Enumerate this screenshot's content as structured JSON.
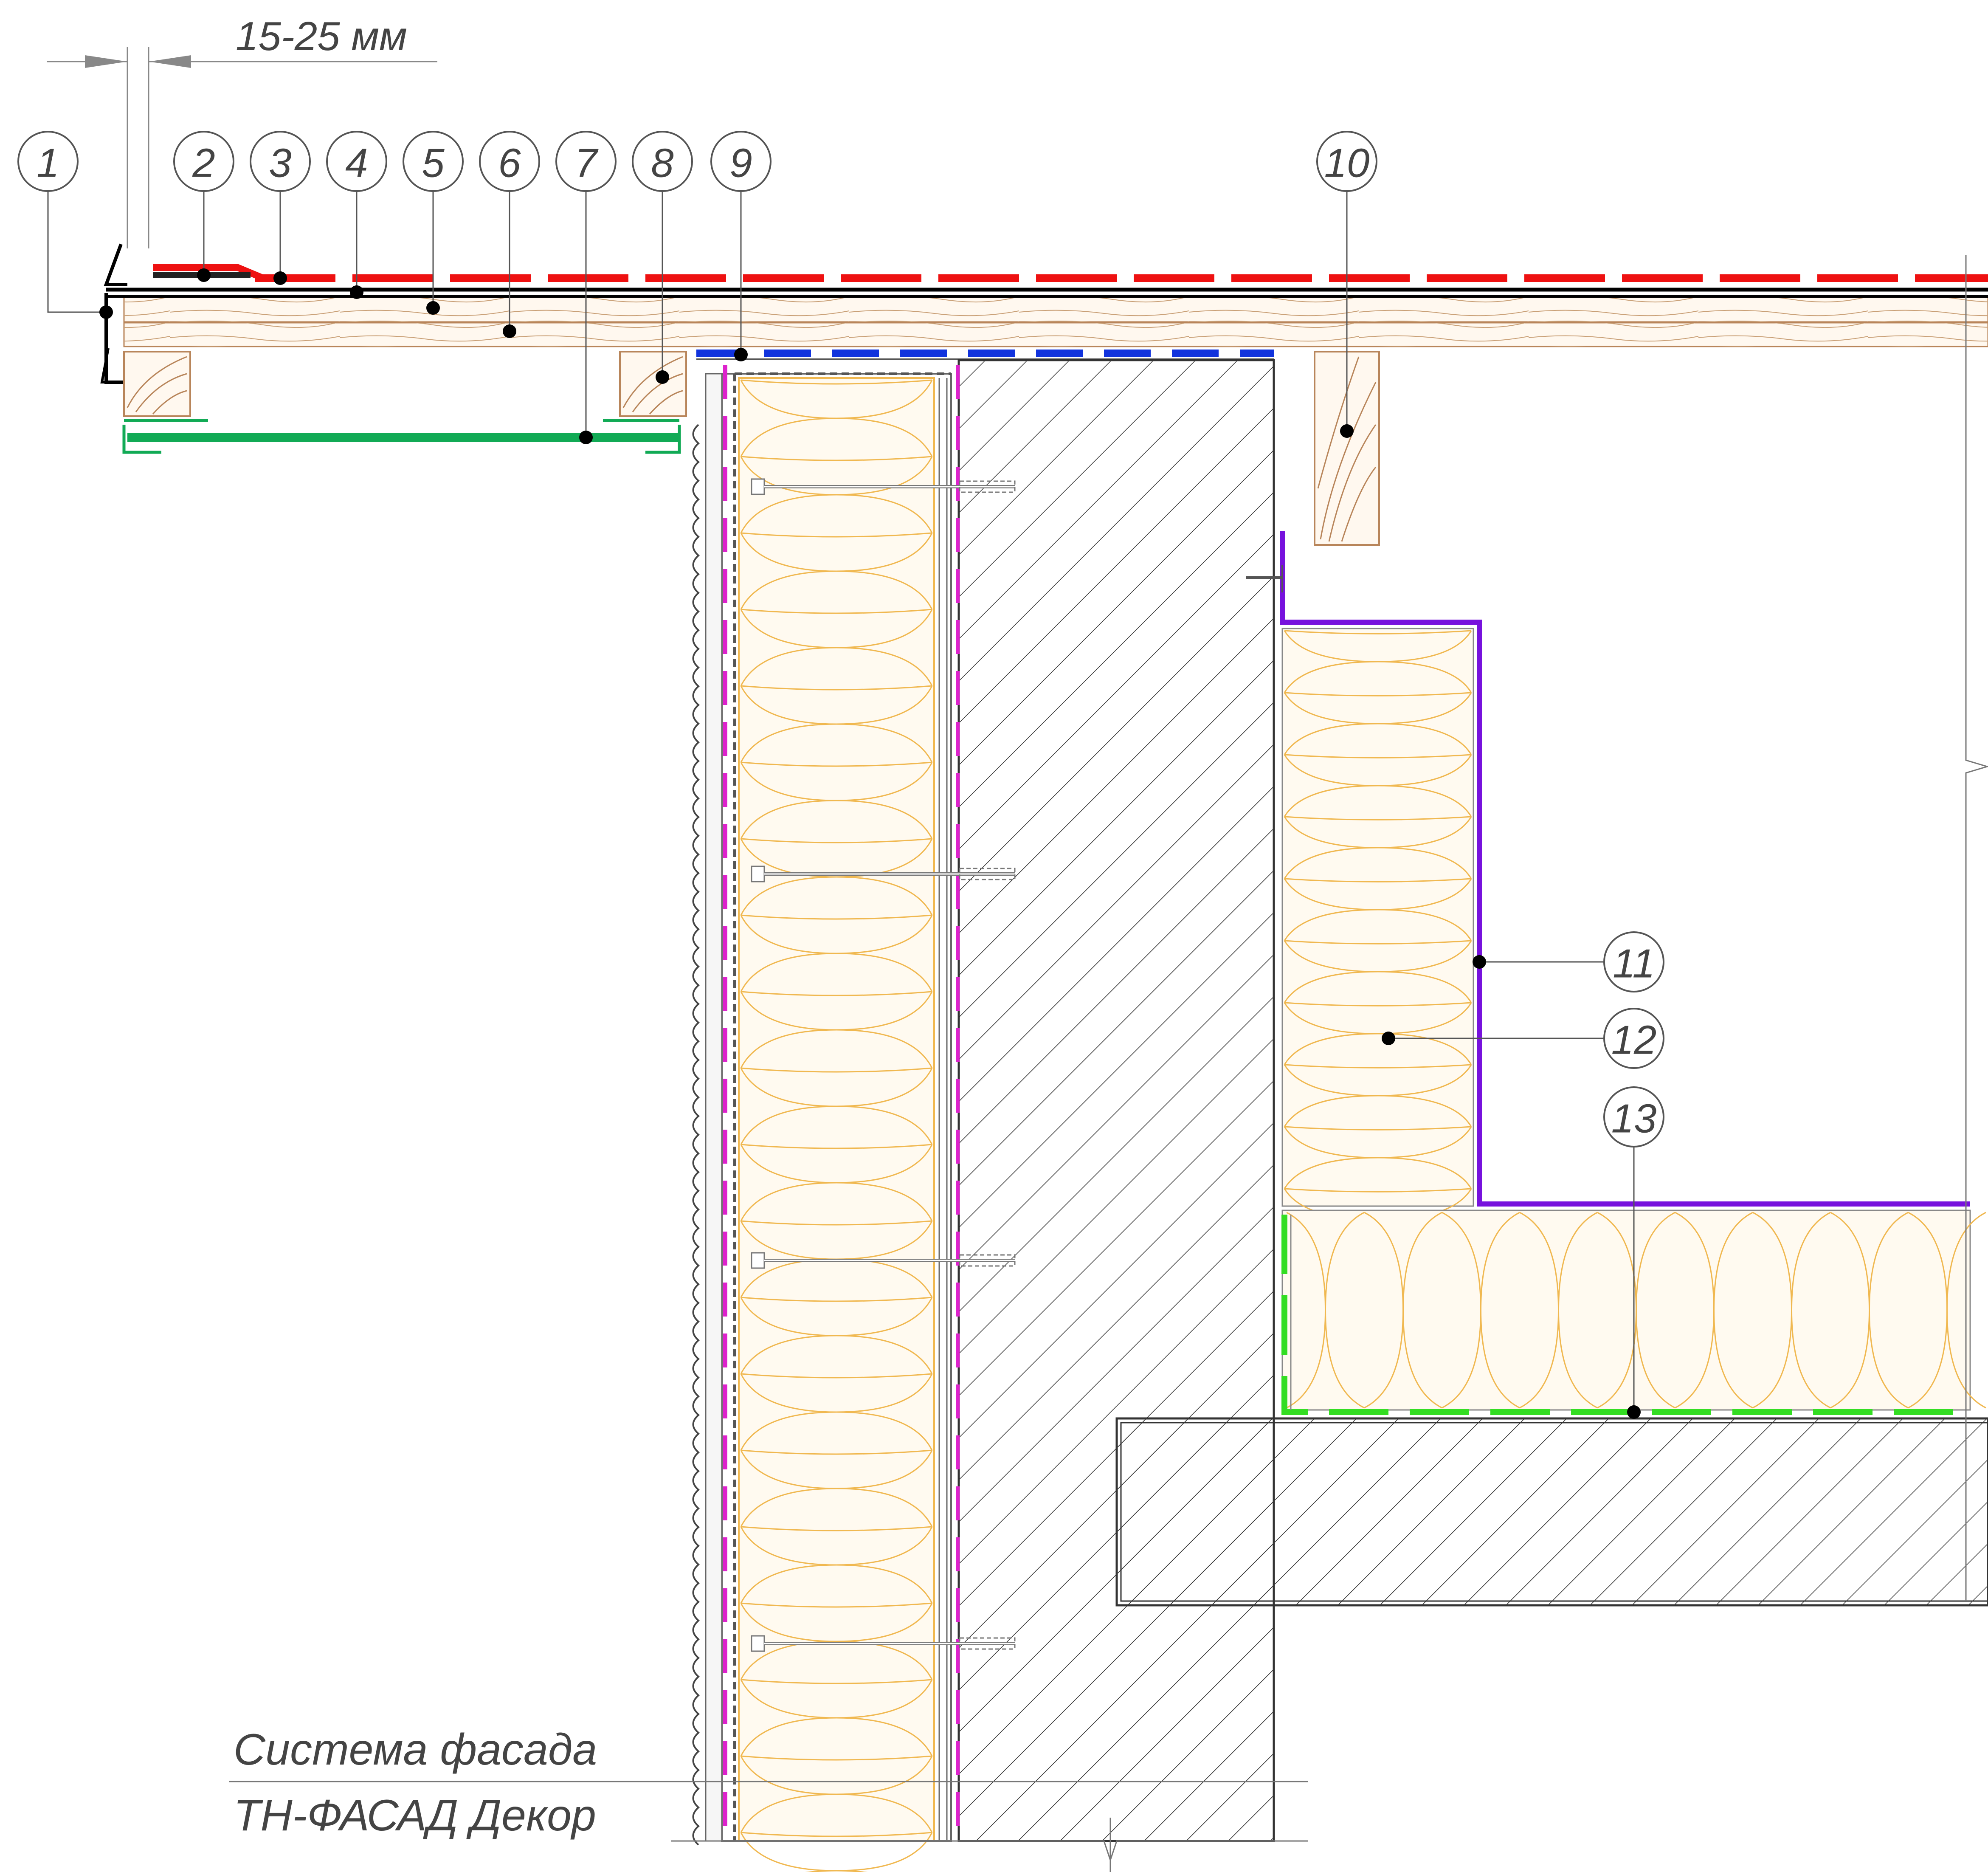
{
  "dimension": {
    "label": "15-25 мм"
  },
  "callouts": [
    {
      "id": "1",
      "label": "1"
    },
    {
      "id": "2",
      "label": "2"
    },
    {
      "id": "3",
      "label": "3"
    },
    {
      "id": "4",
      "label": "4"
    },
    {
      "id": "5",
      "label": "5"
    },
    {
      "id": "6",
      "label": "6"
    },
    {
      "id": "7",
      "label": "7"
    },
    {
      "id": "8",
      "label": "8"
    },
    {
      "id": "9",
      "label": "9"
    },
    {
      "id": "10",
      "label": "10"
    },
    {
      "id": "11",
      "label": "11"
    },
    {
      "id": "12",
      "label": "12"
    },
    {
      "id": "13",
      "label": "13"
    }
  ],
  "caption": {
    "line1": "Система фасада",
    "line2": "ТН-ФАСАД Декор"
  },
  "colors": {
    "membrane_top": "#ee1111",
    "vapor_barrier": "#1133dd",
    "soffit": "#11aa55",
    "ceiling_membrane": "#33dd22",
    "wall_membrane": "#dd22cc",
    "vapor_barrier_wall": "#7711dd",
    "insulation": "#f0b850",
    "timber": "#b8855a"
  }
}
